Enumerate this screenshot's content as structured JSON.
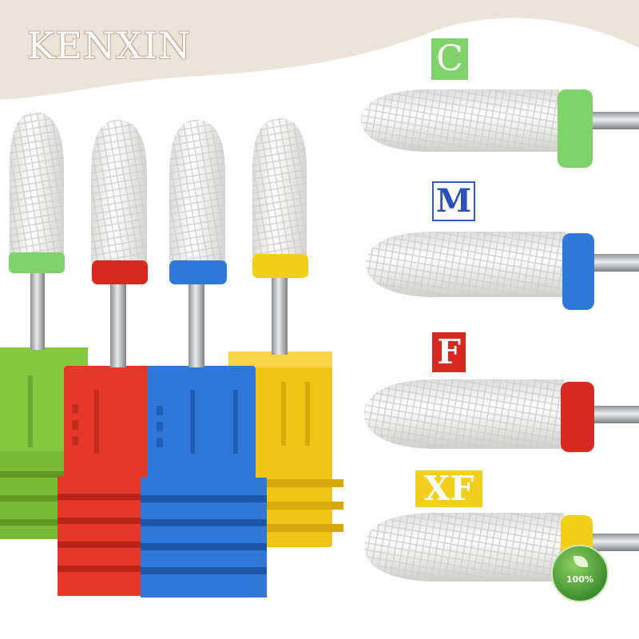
{
  "brand": {
    "name": "KENXIN",
    "color": "#ffffff"
  },
  "grades": {
    "coarse": {
      "label": "C",
      "color": "#7fd36a"
    },
    "medium": {
      "label": "M",
      "color": "#2a52b8"
    },
    "fine": {
      "label": "F",
      "color": "#d62a20"
    },
    "extra_fine": {
      "label": "XF",
      "color": "#f1cf1b"
    }
  },
  "badge": {
    "text": "100%",
    "icon": "leaf-icon"
  },
  "colors": {
    "background_wave": "#ece4d8",
    "ceramic": "#f4f4f2",
    "shank": "#b9bcbf",
    "green": "#86c83f",
    "red": "#e6382a",
    "blue": "#2f78d8",
    "yellow": "#f2c416"
  }
}
